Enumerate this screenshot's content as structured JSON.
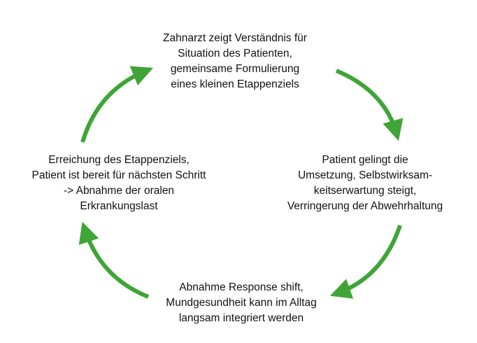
{
  "colors": {
    "arrow": "#3ea536",
    "text": "#111111",
    "background": "#ffffff"
  },
  "cycle": {
    "top": {
      "lines": [
        "Zahnarzt zeigt Verständnis für",
        "Situation des Patienten,",
        "gemeinsame Formulierung",
        "eines kleinen Etappenziels"
      ]
    },
    "right": {
      "lines": [
        "Patient gelingt die",
        "Umsetzung, Selbstwirksam-",
        "keitserwartung steigt,",
        "Verringerung der Abwehrhaltung"
      ]
    },
    "bottom": {
      "lines": [
        "Abnahme Response shift,",
        "Mundgesundheit kann im Alltag",
        "langsam integriert werden"
      ]
    },
    "left": {
      "lines": [
        "Erreichung des Etappenziels,",
        "Patient ist bereit für nächsten Schritt",
        "-> Abnahme der oralen",
        "Erkrankungslast"
      ]
    }
  }
}
